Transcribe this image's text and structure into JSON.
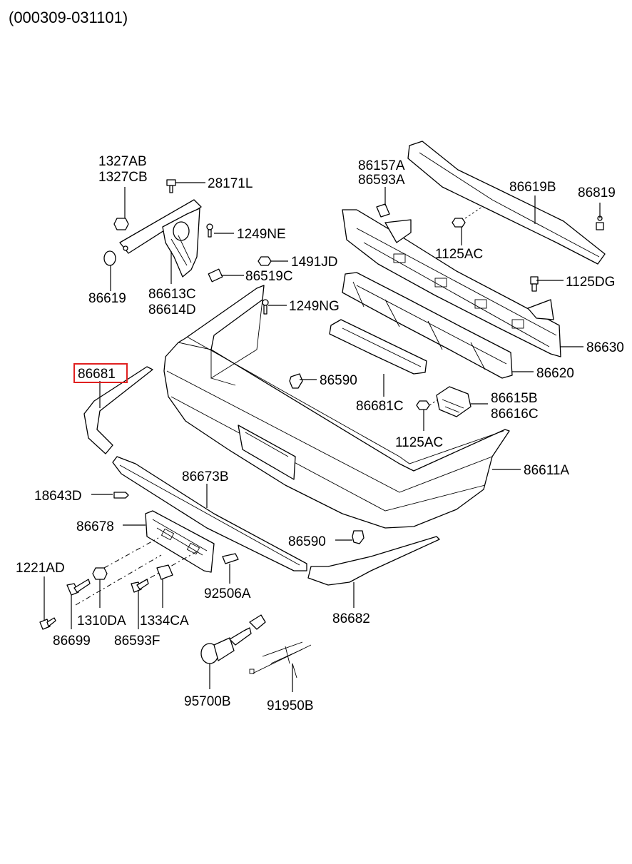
{
  "header": {
    "code": "(000309-031101)"
  },
  "labels": {
    "p1327AB": "1327AB",
    "p1327CB": "1327CB",
    "p28171L": "28171L",
    "p1249NE": "1249NE",
    "p1491JD": "1491JD",
    "p86519C": "86519C",
    "p86619": "86619",
    "p86613C": "86613C",
    "p86614D": "86614D",
    "p1249NG": "1249NG",
    "p86157A": "86157A",
    "p86593A": "86593A",
    "p86619B": "86619B",
    "p86819": "86819",
    "p1125AC_top": "1125AC",
    "p1125DG": "1125DG",
    "p86630": "86630",
    "p86620": "86620",
    "p86681": "86681",
    "p86590_top": "86590",
    "p86681C": "86681C",
    "p86615B": "86615B",
    "p86616C": "86616C",
    "p1125AC_mid": "1125AC",
    "p86611A": "86611A",
    "p86673B": "86673B",
    "p18643D": "18643D",
    "p86678": "86678",
    "p86590_bot": "86590",
    "p1221AD": "1221AD",
    "p92506A": "92506A",
    "p1310DA": "1310DA",
    "p1334CA": "1334CA",
    "p86682": "86682",
    "p86699": "86699",
    "p86593F": "86593F",
    "p95700B": "95700B",
    "p91950B": "91950B"
  },
  "highlight": {
    "part": "86681",
    "color": "#e02020"
  }
}
